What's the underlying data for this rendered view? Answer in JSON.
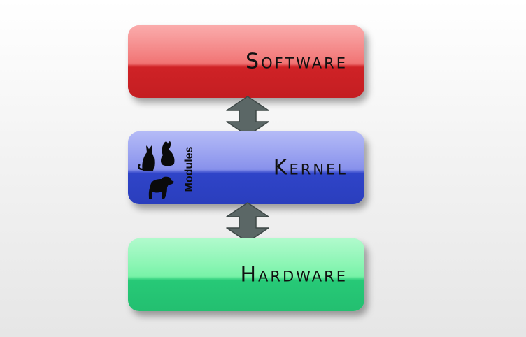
{
  "layers": {
    "software": {
      "label": "Software"
    },
    "kernel": {
      "label": "Kernel",
      "modules_label": "Modules"
    },
    "hardware": {
      "label": "Hardware"
    }
  },
  "colors": {
    "software": "#e04a4c",
    "kernel": "#5566dd",
    "hardware": "#4ee090",
    "arrow": "#5b6766"
  },
  "icons": [
    "cat-icon",
    "rabbit-icon",
    "dog-icon",
    "double-arrow-icon"
  ]
}
